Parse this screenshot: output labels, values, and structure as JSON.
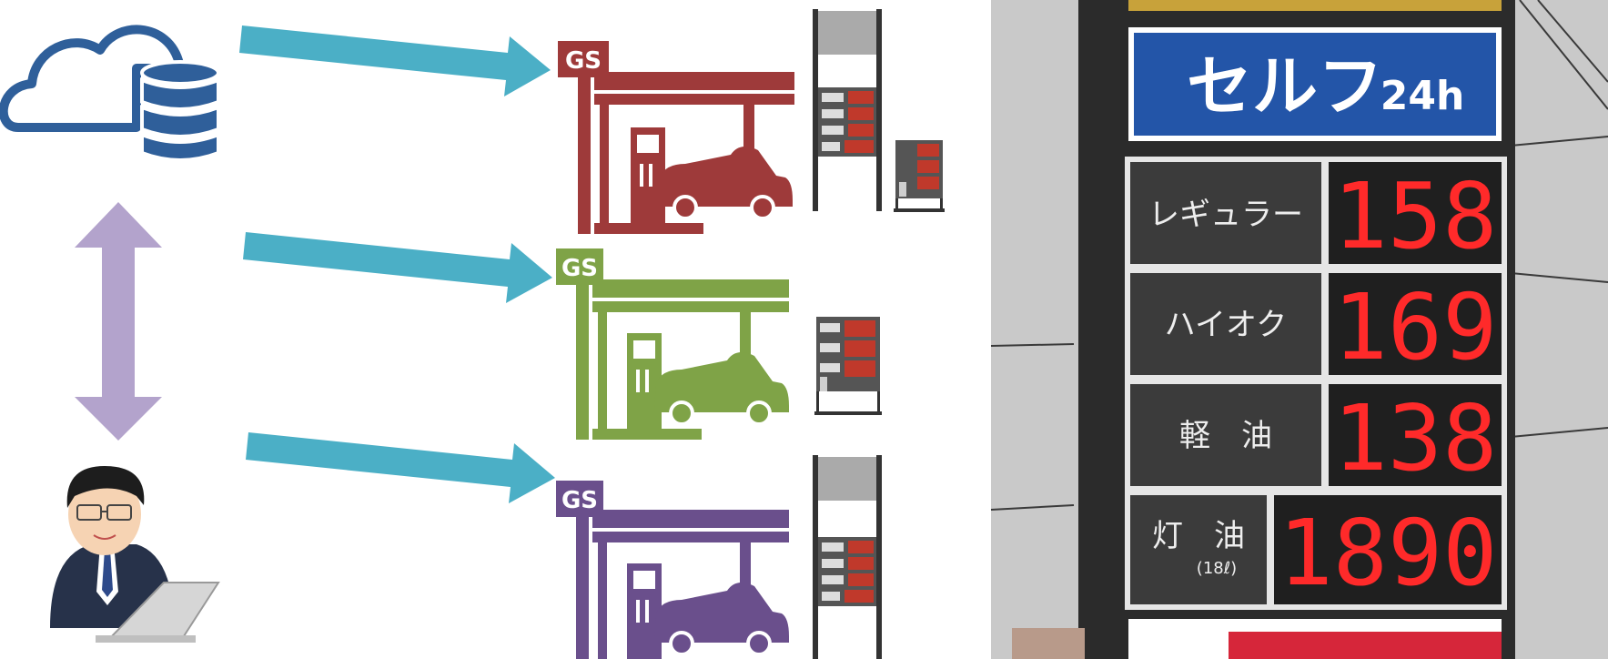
{
  "colors": {
    "arrow": "#4bafc6",
    "updown_arrow": "#b3a3cc",
    "cloud_db": "#2f5f9a",
    "station_red": "#9e3a3a",
    "station_green": "#7fa347",
    "station_purple": "#6a4f8c",
    "sign_blue": "#2355a8",
    "digit_red": "#ff2a2a",
    "panel_dark": "#3b3b3b"
  },
  "stations": [
    {
      "badge": "GS",
      "color": "station_red"
    },
    {
      "badge": "GS",
      "color": "station_green"
    },
    {
      "badge": "GS",
      "color": "station_purple"
    }
  ],
  "photo_sign": {
    "header": "セルフ",
    "header_suffix": "24h",
    "rows": [
      {
        "label": "レギュラー",
        "price": "158"
      },
      {
        "label": "ハイオク",
        "price": "169"
      },
      {
        "label": "軽　油",
        "price": "138"
      },
      {
        "label": "灯　油",
        "sublabel": "(18ℓ)",
        "price": "1890"
      }
    ]
  },
  "icons": {
    "cloud": "cloud-database-icon",
    "user": "office-worker-laptop-icon",
    "sync": "up-down-arrow-icon"
  }
}
